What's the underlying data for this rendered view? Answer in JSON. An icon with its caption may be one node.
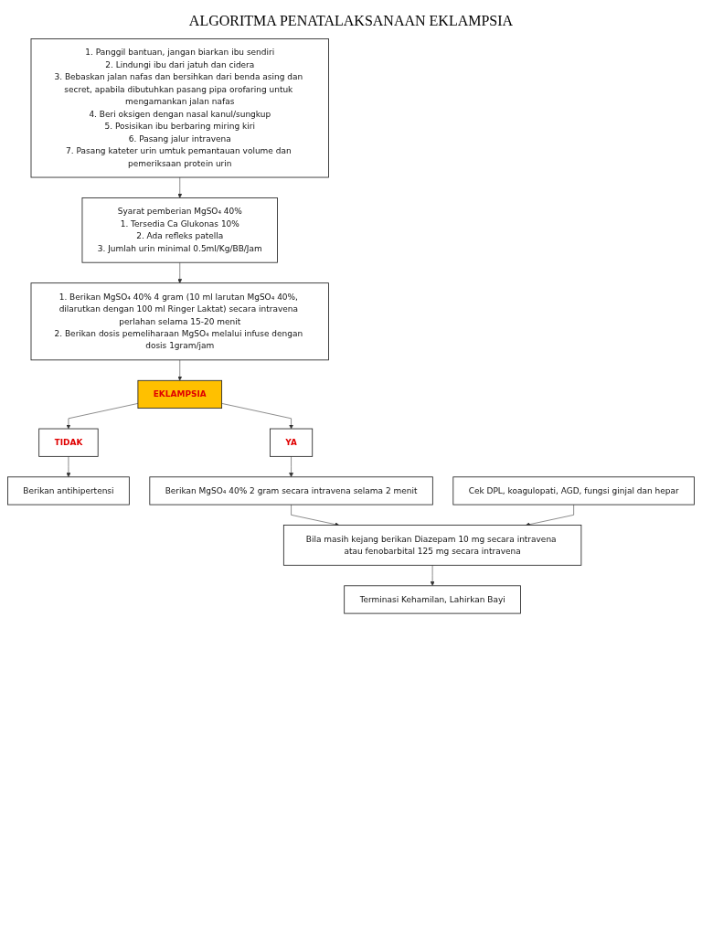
{
  "diagram": {
    "title": "ALGORITMA PENATALAKSANAAN EKLAMPSIA",
    "nodes": [
      {
        "text": [
          "1. Panggil bantuan, jangan biarkan ibu sendiri",
          "2. Lindungi ibu dari jatuh dan cidera",
          "3. Bebaskan jalan nafas dan bersihkan dari benda asing dan secret, apabila dibutuhkan pasang pipa orofaring untuk mengamankan jalan nafas",
          "4. Beri oksigen dengan nasal kanul/sungkup",
          "5. Posisikan ibu berbaring miring kiri",
          "6. Pasang jalur intravena",
          "7. Pasang kateter urin umtuk pemantauan volume dan pemeriksaan protein urin"
        ]
      },
      {
        "text": [
          "Syarat pemberian MgSO₄ 40%",
          "1. Tersedia Ca Glukonas 10%",
          "2. Ada refleks patella",
          "3. Jumlah urin minimal 0.5ml/Kg/BB/Jam"
        ]
      },
      {
        "text": [
          "1. Berikan MgSO₄ 40% 4 gram (10 ml larutan MgSO₄ 40%, dilarutkan dengan 100 ml Ringer Laktat) secara intravena perlahan selama 15-20 menit",
          "2. Berikan dosis pemeliharaan MgSO₄ melalui infuse dengan dosis 1gram/jam"
        ]
      },
      {
        "text": [
          "EKLAMPSIA"
        ]
      },
      {
        "text": [
          "TIDAK"
        ]
      },
      {
        "text": [
          "YA"
        ]
      },
      {
        "text": [
          "Berikan antihipertensi"
        ]
      },
      {
        "text": [
          "Berikan MgSO₄ 40%  2 gram secara intravena selama 2 menit"
        ]
      },
      {
        "text": [
          "Cek DPL, koagulopati, AGD, fungsi ginjal dan hepar"
        ]
      },
      {
        "text": [
          "Bila masih kejang berikan Diazepam 10 mg secara intravena atau fenobarbital 125 mg secara intravena"
        ]
      },
      {
        "text": [
          "Terminasi Kehamilan, Lahirkan Bayi"
        ]
      }
    ],
    "edges": [
      {
        "from": 0,
        "to": 1,
        "arrow": "to"
      },
      {
        "from": 1,
        "to": 2,
        "arrow": "to"
      },
      {
        "from": 2,
        "to": 3,
        "arrow": "to"
      },
      {
        "from": 3,
        "to": 4,
        "arrow": "to"
      },
      {
        "from": 3,
        "to": 5,
        "arrow": "to"
      },
      {
        "from": 4,
        "to": 6,
        "arrow": "to"
      },
      {
        "from": 5,
        "to": 7,
        "arrow": "to"
      },
      {
        "from": 7,
        "to": 9,
        "arrow": "to"
      },
      {
        "from": 8,
        "to": 9,
        "arrow": "to"
      },
      {
        "from": 9,
        "to": 10,
        "arrow": "to"
      }
    ]
  }
}
